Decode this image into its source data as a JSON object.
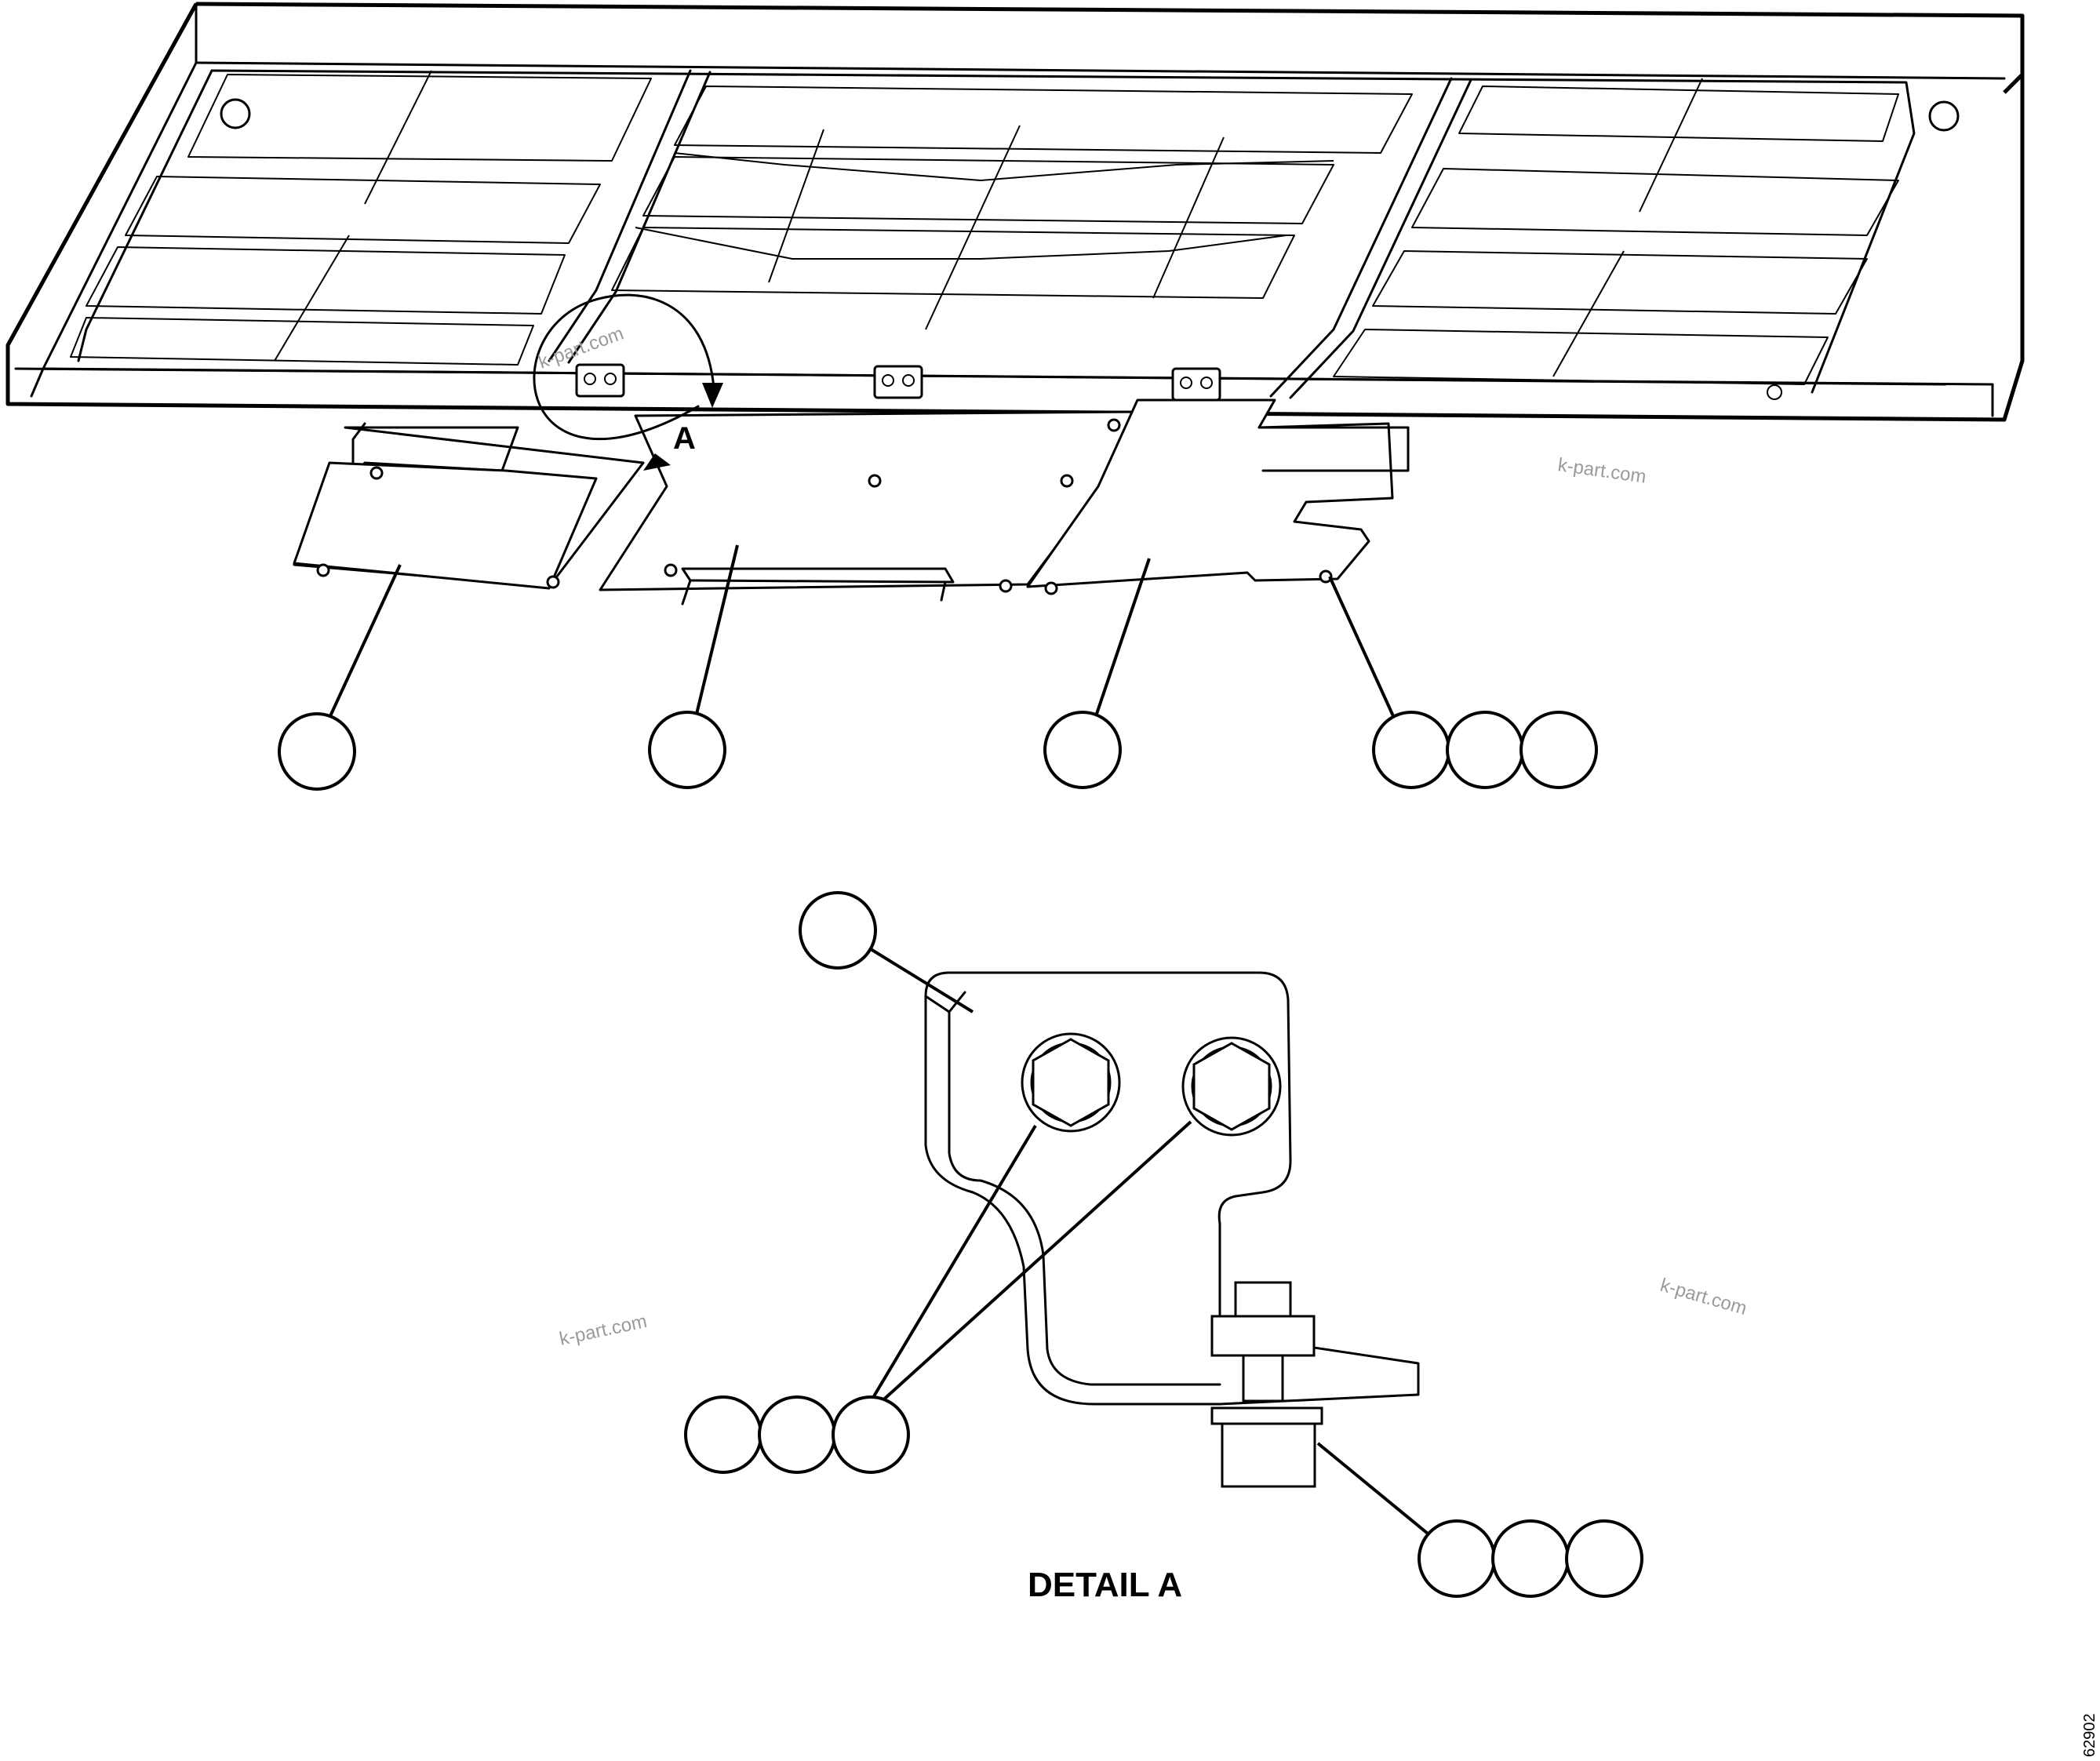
{
  "labels": {
    "detail_view_letter": "A",
    "detail_title": "DETAIL A",
    "figure_number": "62902"
  },
  "watermarks": [
    "k-part.com",
    "k-part.com",
    "k-part.com",
    "k-part.com"
  ],
  "callout_groups": {
    "upper_left_panel": 1,
    "upper_center_panel": 1,
    "upper_right_panel": 1,
    "upper_panel_fasteners": 3,
    "detail_bracket": 1,
    "detail_bolts": 3,
    "detail_lower_fastener": 3
  }
}
